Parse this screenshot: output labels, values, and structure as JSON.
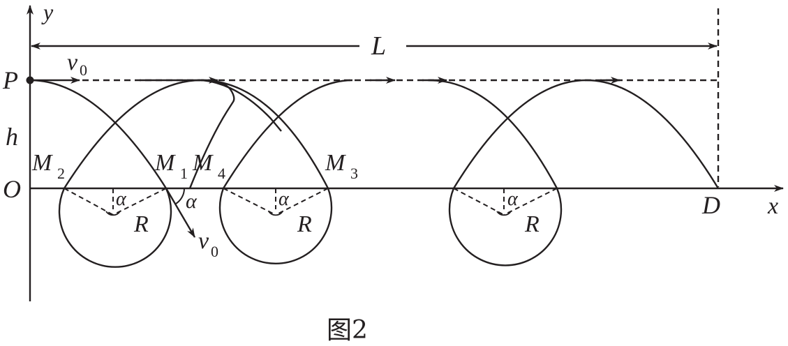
{
  "caption": "图2",
  "labels": {
    "y_axis": "y",
    "x_axis": "x",
    "origin": "O",
    "length": "L",
    "point_p": "P",
    "height": "h",
    "point_d": "D",
    "v0_top": "v",
    "v0_top_sub": "0",
    "v0_bottom": "v",
    "v0_bottom_sub": "0",
    "m2": "M",
    "m2_sub": "2",
    "m1": "M",
    "m1_sub": "1",
    "m4": "M",
    "m4_sub": "4",
    "m3": "M",
    "m3_sub": "3",
    "alpha_angle": "α",
    "alpha_1": "α",
    "alpha_2": "α",
    "alpha_3": "α",
    "radius_1": "R",
    "radius_2": "R",
    "radius_3": "R"
  },
  "colors": {
    "stroke": "#231f20",
    "background": "#ffffff"
  }
}
